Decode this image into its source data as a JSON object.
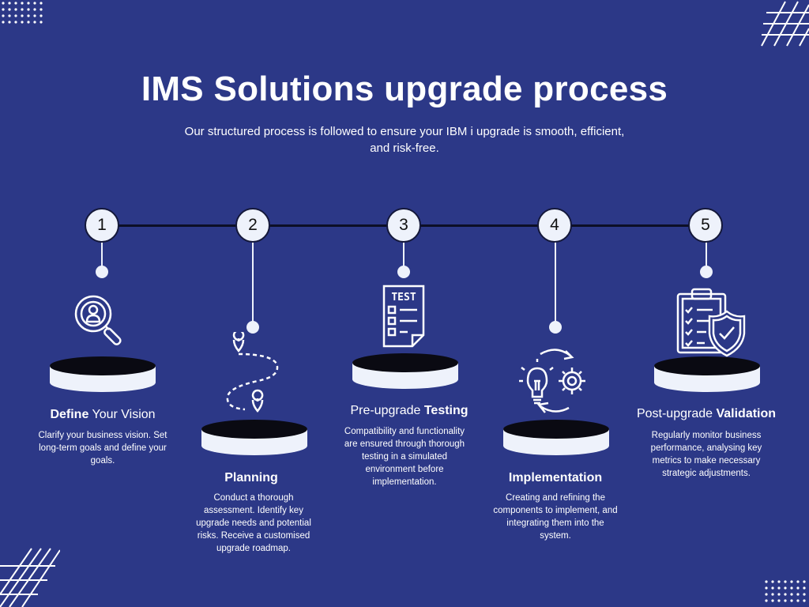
{
  "header": {
    "title": "IMS Solutions upgrade process",
    "subtitle": "Our structured process is followed to ensure your IBM i upgrade is smooth, efficient, and risk-free."
  },
  "steps": [
    {
      "number": "1",
      "title_bold": "Define",
      "title_rest": " Your Vision",
      "description": "Clarify your business vision. Set long-term goals and define your goals.",
      "icon": "magnifier-person-icon"
    },
    {
      "number": "2",
      "title_bold": "Planning",
      "description": "Conduct a thorough assessment. Identify key upgrade needs and potential risks. Receive a customised upgrade roadmap.",
      "icon": "route-map-icon"
    },
    {
      "number": "3",
      "title_plain": "Pre-upgrade ",
      "title_bold": "Testing",
      "description": "Compatibility and functionality are ensured through thorough testing in a simulated environment before implementation.",
      "icon": "test-document-icon",
      "icon_text": "TEST"
    },
    {
      "number": "4",
      "title_bold": "Implementation",
      "description": "Creating and refining the components to implement, and integrating them into the system.",
      "icon": "idea-gear-cycle-icon"
    },
    {
      "number": "5",
      "title_plain": "Post-upgrade ",
      "title_bold": "Validation",
      "description": "Regularly monitor business performance, analysing key metrics to make necessary strategic adjustments.",
      "icon": "clipboard-shield-icon"
    }
  ],
  "colors": {
    "background": "#2c3887",
    "accent_light": "#eef2fb",
    "timeline": "#0c0f26"
  }
}
